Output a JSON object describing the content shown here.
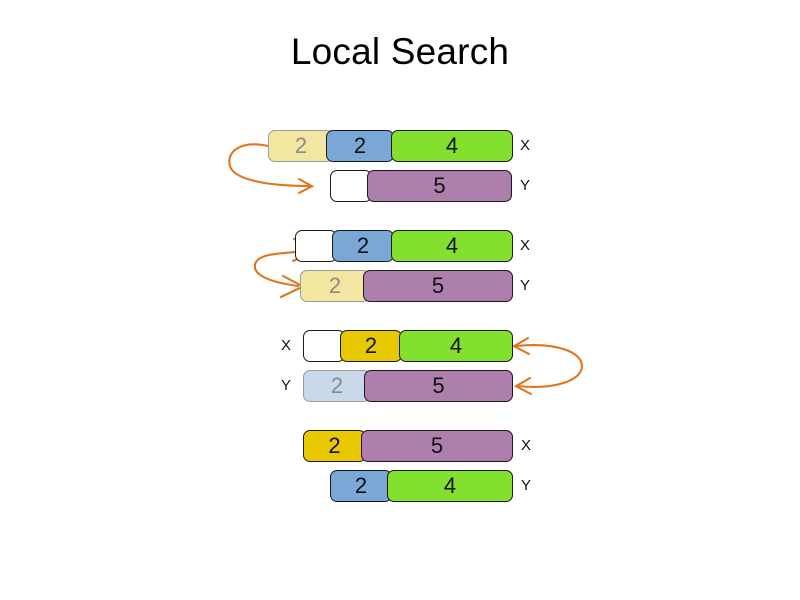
{
  "title": "Local Search",
  "colors": {
    "green": "#84E02E",
    "blue": "#7BA7D7",
    "purple": "#AE7EAC",
    "gold": "#E8C800",
    "pale_yellow": "#F2E6A0",
    "pale_blue": "#CAD9EA",
    "white": "#FFFFFF",
    "arrow": "#E2741B",
    "stroke": "#1A1A1A",
    "ghost_text": "#8A8A8A",
    "text": "#101010"
  },
  "rows": [
    {
      "id": "step-1",
      "label_side": "right",
      "arrow": "loop-left-down",
      "bars": [
        {
          "name": "x",
          "label": "X",
          "cells": [
            {
              "value": "2",
              "kind": "ghost",
              "color": "pale_yellow"
            },
            {
              "value": "2",
              "kind": "solid",
              "color": "blue"
            },
            {
              "value": "4",
              "kind": "solid",
              "color": "green"
            }
          ]
        },
        {
          "name": "y",
          "label": "Y",
          "cells": [
            {
              "value": "",
              "kind": "empty",
              "color": "white"
            },
            {
              "value": "5",
              "kind": "solid",
              "color": "purple"
            }
          ]
        }
      ]
    },
    {
      "id": "step-2",
      "label_side": "right",
      "arrow": "loop-left-up-down",
      "bars": [
        {
          "name": "x",
          "label": "X",
          "cells": [
            {
              "value": "",
              "kind": "empty",
              "color": "white"
            },
            {
              "value": "2",
              "kind": "solid",
              "color": "blue"
            },
            {
              "value": "4",
              "kind": "solid",
              "color": "green"
            }
          ]
        },
        {
          "name": "y",
          "label": "Y",
          "cells": [
            {
              "value": "2",
              "kind": "ghost",
              "color": "pale_yellow"
            },
            {
              "value": "5",
              "kind": "solid",
              "color": "purple"
            }
          ]
        }
      ]
    },
    {
      "id": "step-3",
      "label_side": "left",
      "arrow": "loop-right-double",
      "bars": [
        {
          "name": "x",
          "label": "X",
          "cells": [
            {
              "value": "",
              "kind": "empty",
              "color": "white"
            },
            {
              "value": "2",
              "kind": "solid",
              "color": "gold"
            },
            {
              "value": "4",
              "kind": "solid",
              "color": "green"
            }
          ]
        },
        {
          "name": "y",
          "label": "Y",
          "cells": [
            {
              "value": "2",
              "kind": "ghost",
              "color": "pale_blue"
            },
            {
              "value": "5",
              "kind": "solid",
              "color": "purple"
            }
          ]
        }
      ]
    },
    {
      "id": "step-4",
      "label_side": "right",
      "arrow": "none",
      "bars": [
        {
          "name": "x",
          "label": "X",
          "cells": [
            {
              "value": "2",
              "kind": "solid",
              "color": "gold"
            },
            {
              "value": "5",
              "kind": "solid",
              "color": "purple"
            }
          ]
        },
        {
          "name": "y",
          "label": "Y",
          "cells": [
            {
              "value": "2",
              "kind": "solid",
              "color": "blue"
            },
            {
              "value": "4",
              "kind": "solid",
              "color": "green"
            }
          ]
        }
      ]
    }
  ]
}
